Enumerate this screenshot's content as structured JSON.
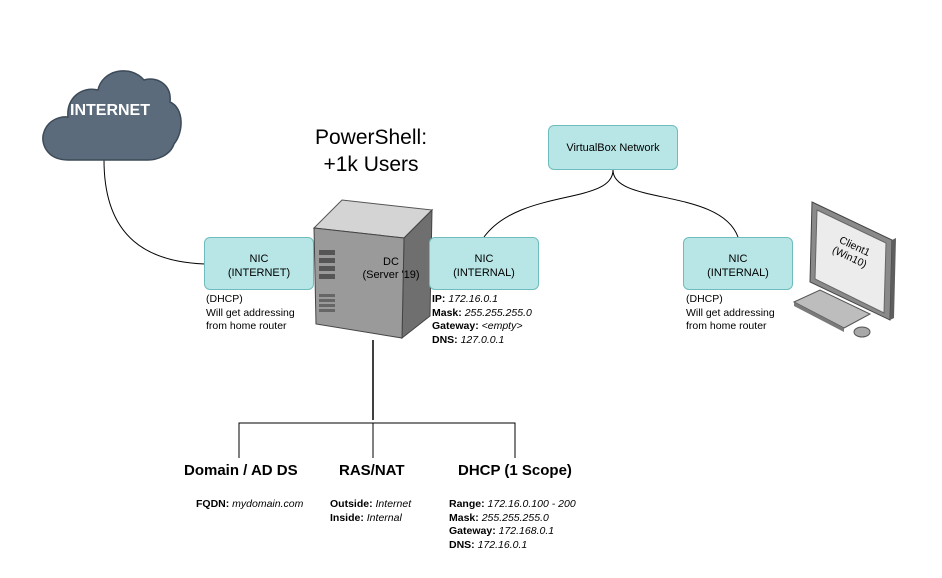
{
  "internet": {
    "label": "INTERNET"
  },
  "title": {
    "line1": "PowerShell:",
    "line2": "+1k Users"
  },
  "virtualbox": {
    "label": "VirtualBox Network"
  },
  "server": {
    "line1": "DC",
    "line2": "(Server '19)"
  },
  "nic_internet": {
    "line1": "NIC",
    "line2": "(INTERNET)",
    "note1": "(DHCP)",
    "note2": "Will get addressing",
    "note3": "from home router"
  },
  "nic_internal_dc": {
    "line1": "NIC",
    "line2": "(INTERNAL)",
    "ip_label": "IP:",
    "ip_value": "172.16.0.1",
    "mask_label": "Mask:",
    "mask_value": "255.255.255.0",
    "gateway_label": "Gateway:",
    "gateway_value": "<empty>",
    "dns_label": "DNS:",
    "dns_value": "127.0.0.1"
  },
  "nic_internal_client": {
    "line1": "NIC",
    "line2": "(INTERNAL)",
    "note1": "(DHCP)",
    "note2": "Will get addressing",
    "note3": "from home router"
  },
  "client": {
    "line1": "Client1",
    "line2": "(Win10)"
  },
  "roles": {
    "adds": {
      "heading": "Domain / AD DS",
      "fqdn_label": "FQDN:",
      "fqdn_value": "mydomain.com"
    },
    "ras": {
      "heading": "RAS/NAT",
      "outside_label": "Outside:",
      "outside_value": "Internet",
      "inside_label": "Inside:",
      "inside_value": "Internal"
    },
    "dhcp": {
      "heading": "DHCP (1 Scope)",
      "range_label": "Range:",
      "range_value": "172.16.0.100 - 200",
      "mask_label": "Mask:",
      "mask_value": "255.255.255.0",
      "gateway_label": "Gateway:",
      "gateway_value": "172.168.0.1",
      "dns_label": "DNS:",
      "dns_value": "172.16.0.1"
    }
  },
  "colors": {
    "cloud": "#5b6b7c",
    "nic_fill": "#b8e6e6",
    "nic_border": "#6fbcbc"
  }
}
